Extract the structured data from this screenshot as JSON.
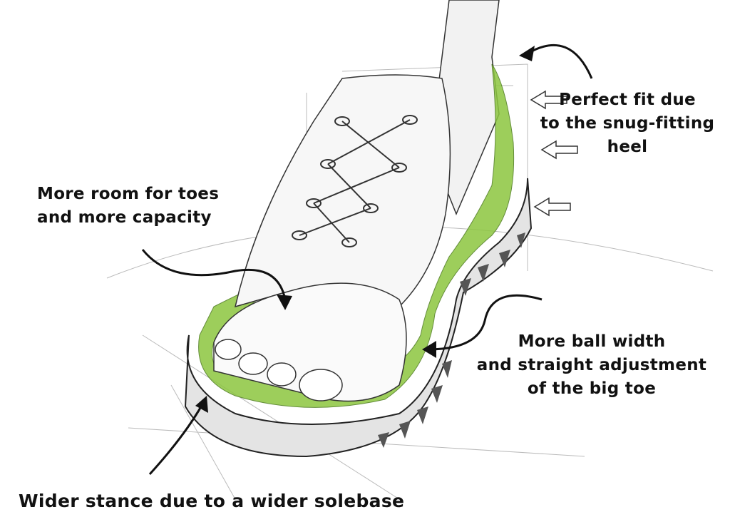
{
  "annotations": {
    "heel": [
      "Perfect fit due",
      "to the snug-fitting",
      "heel"
    ],
    "toes": [
      "More room for toes",
      "and more capacity"
    ],
    "ball": [
      "More ball width",
      "and straight adjustment",
      "of the big toe"
    ],
    "sole": "Wider stance due to a wider solebase"
  },
  "colors": {
    "insole_green": "#8cc63f",
    "ink": "#222222"
  }
}
